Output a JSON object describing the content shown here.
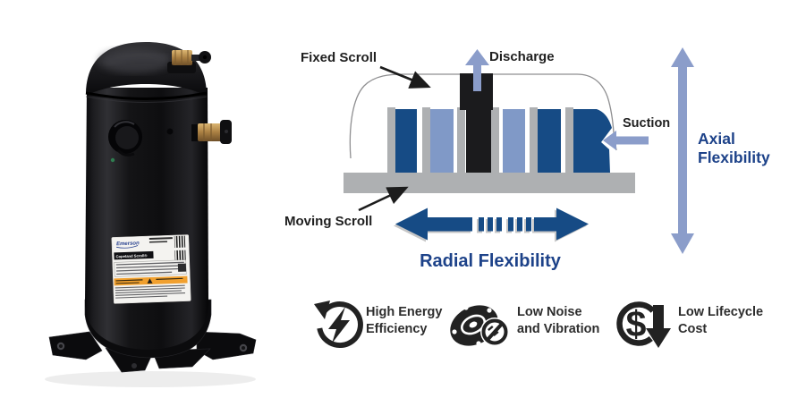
{
  "page": {
    "background": "#ffffff"
  },
  "photo": {
    "description": "black scroll compressor product photo",
    "label_brand": "Emerson",
    "label_product": "Copeland Scroll®"
  },
  "diagram": {
    "fixed_scroll_label": "Fixed Scroll",
    "discharge_label": "Discharge",
    "suction_label": "Suction",
    "moving_scroll_label": "Moving Scroll",
    "axial_flexibility_label": "Axial\nFlexibility",
    "radial_flexibility_label": "Radial Flexibility",
    "colors": {
      "scroll_dark_blue": "#164b85",
      "scroll_light_blue": "#8099c7",
      "flow_arrow_periwinkle": "#8b9dca",
      "moving_scroll_gray": "#aeb0b2",
      "discharge_column_black": "#1b1b1d",
      "flexibility_text_blue": "#1d4289"
    }
  },
  "features": [
    {
      "icon": "energy-efficiency-icon",
      "text": "High Energy\nEfficiency"
    },
    {
      "icon": "low-noise-vibration-icon",
      "text": "Low Noise\nand Vibration"
    },
    {
      "icon": "low-lifecycle-cost-icon",
      "text": "Low Lifecycle\nCost",
      "glyph": "$"
    }
  ]
}
